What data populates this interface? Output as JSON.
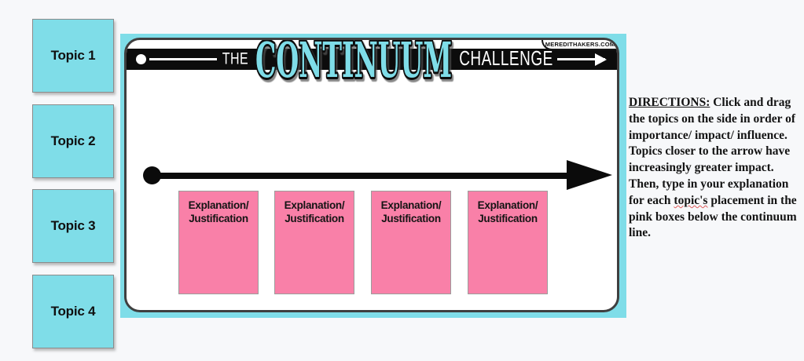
{
  "colors": {
    "cyan": "#7fdde8",
    "pink": "#f980a8",
    "banner_black": "#0c0c0c",
    "card_border_gray": "#3f3f3f",
    "page_background": "#f7f8fa"
  },
  "topics": {
    "items": [
      {
        "label": "Topic 1"
      },
      {
        "label": "Topic 2"
      },
      {
        "label": "Topic 3"
      },
      {
        "label": "Topic 4"
      }
    ]
  },
  "slide": {
    "watermark": "MEREDITHAKERS.COM",
    "title": {
      "the": "THE",
      "main": "CONTINUUM",
      "challenge": "CHALLENGE"
    },
    "explanation_boxes": [
      {
        "line1": "Explanation/",
        "line2": "Justification"
      },
      {
        "line1": "Explanation/",
        "line2": "Justification"
      },
      {
        "line1": "Explanation/",
        "line2": "Justification"
      },
      {
        "line1": "Explanation/",
        "line2": "Justification"
      }
    ]
  },
  "directions": {
    "heading": "DIRECTIONS:",
    "body_before": " Click and drag the topics on the side in order of importance/ impact/ influence. Topics closer to the arrow have increasingly greater impact. Then, type in your explanation for each ",
    "spellchecked_word": "topic's",
    "body_after": " placement in the pink boxes below the continuum line."
  }
}
